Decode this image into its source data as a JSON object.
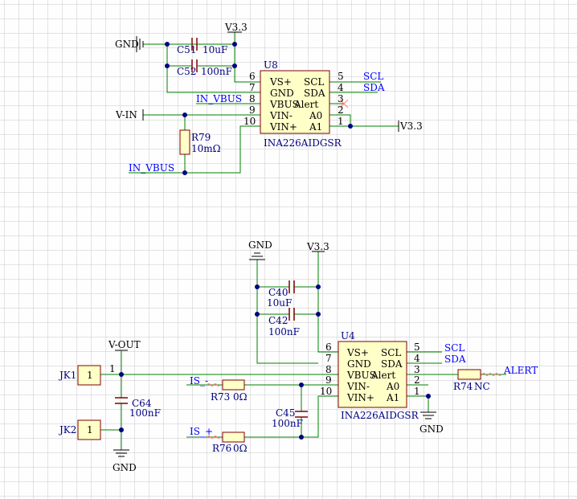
{
  "colors": {
    "wire": "#008000",
    "body_stroke": "#7f0000",
    "body_fill": "#ffffc8",
    "junction": "#000080",
    "text": "#000080",
    "net": "#0000ff",
    "resistor": "#ff0000",
    "grid": "#c8c8c8",
    "nc": "#ff7f7f"
  },
  "u8": {
    "ref": "U8",
    "part": "INA226AIDGSR",
    "left_pins": [
      {
        "num": "6",
        "name": "VS+"
      },
      {
        "num": "7",
        "name": "GND"
      },
      {
        "num": "8",
        "name": "VBUS"
      },
      {
        "num": "9",
        "name": "VIN-"
      },
      {
        "num": "10",
        "name": "VIN+"
      }
    ],
    "right_pins": [
      {
        "num": "5",
        "name": "SCL"
      },
      {
        "num": "4",
        "name": "SDA"
      },
      {
        "num": "3",
        "name": "Alert"
      },
      {
        "num": "2",
        "name": ""
      },
      {
        "num": "1",
        "name": "A0"
      },
      {
        "num": "",
        "name": "A1"
      }
    ],
    "nets": {
      "gnd": "GND",
      "v33_top": "V3.3",
      "scl": "SCL",
      "sda": "SDA",
      "v33_right": "V3.3",
      "vin": "V-IN",
      "vbus": "IN_VBUS",
      "vbus2": "IN_VBUS"
    },
    "c51": {
      "ref": "C51",
      "value": "10uF"
    },
    "c52": {
      "ref": "C52",
      "value": "100nF"
    },
    "r79": {
      "ref": "R79",
      "value": "10mΩ"
    }
  },
  "u4": {
    "ref": "U4",
    "part": "INA226AIDGSR",
    "left_pins": [
      {
        "num": "6",
        "name": "VS+"
      },
      {
        "num": "7",
        "name": "GND"
      },
      {
        "num": "8",
        "name": "VBUS"
      },
      {
        "num": "9",
        "name": "VIN-"
      },
      {
        "num": "10",
        "name": "VIN+"
      }
    ],
    "right_pins": [
      {
        "num": "5",
        "name": "SCL"
      },
      {
        "num": "4",
        "name": "SDA"
      },
      {
        "num": "3",
        "name": "Alert"
      },
      {
        "num": "2",
        "name": "A0"
      },
      {
        "num": "1",
        "name": "A1"
      }
    ],
    "nets": {
      "gnd_top": "GND",
      "v33": "V3.3",
      "scl": "SCL",
      "sda": "SDA",
      "alert": "ALERT",
      "gnd_right": "GND",
      "vout": "V-OUT",
      "gnd_bottom": "GND",
      "is_minus": "IS_-",
      "is_plus": "IS_+"
    },
    "c40": {
      "ref": "C40",
      "value": "10uF"
    },
    "c42": {
      "ref": "C42",
      "value": "100nF"
    },
    "c45": {
      "ref": "C45",
      "value": "100nF"
    },
    "c64": {
      "ref": "C64",
      "value": "100nF"
    },
    "r73": {
      "ref": "R73",
      "value": "0Ω"
    },
    "r76": {
      "ref": "R76",
      "value": "0Ω"
    },
    "r74": {
      "ref": "R74",
      "value": "NC"
    },
    "jk1": {
      "ref": "JK1",
      "pin": "1"
    },
    "jk2": {
      "ref": "JK2",
      "pin": "1"
    },
    "vout_pin": "1"
  }
}
